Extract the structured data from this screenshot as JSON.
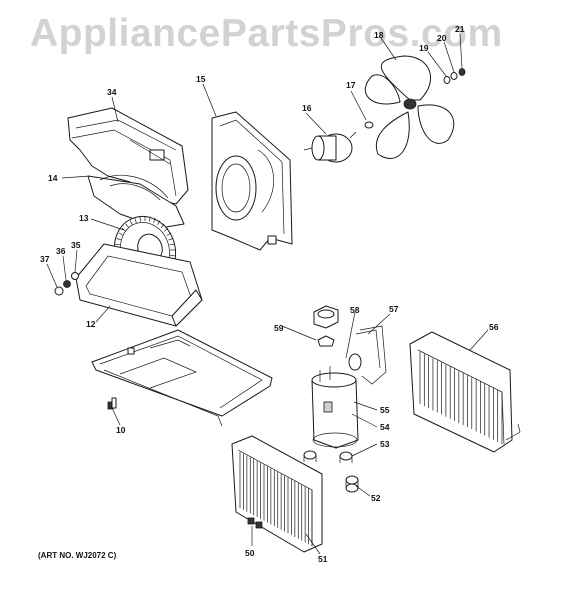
{
  "watermark": "AppliancePartsPros.com",
  "art_number": "(ART NO. WJ2072 C)",
  "callouts": {
    "p10": "10",
    "p12": "12",
    "p13": "13",
    "p14": "14",
    "p15": "15",
    "p16": "16",
    "p17": "17",
    "p18": "18",
    "p19": "19",
    "p20": "20",
    "p21": "21",
    "p34": "34",
    "p35": "35",
    "p36": "36",
    "p37": "37",
    "p50": "50",
    "p51": "51",
    "p52": "52",
    "p53": "53",
    "p54": "54",
    "p55": "55",
    "p56": "56",
    "p57": "57",
    "p58": "58",
    "p59": "59"
  }
}
